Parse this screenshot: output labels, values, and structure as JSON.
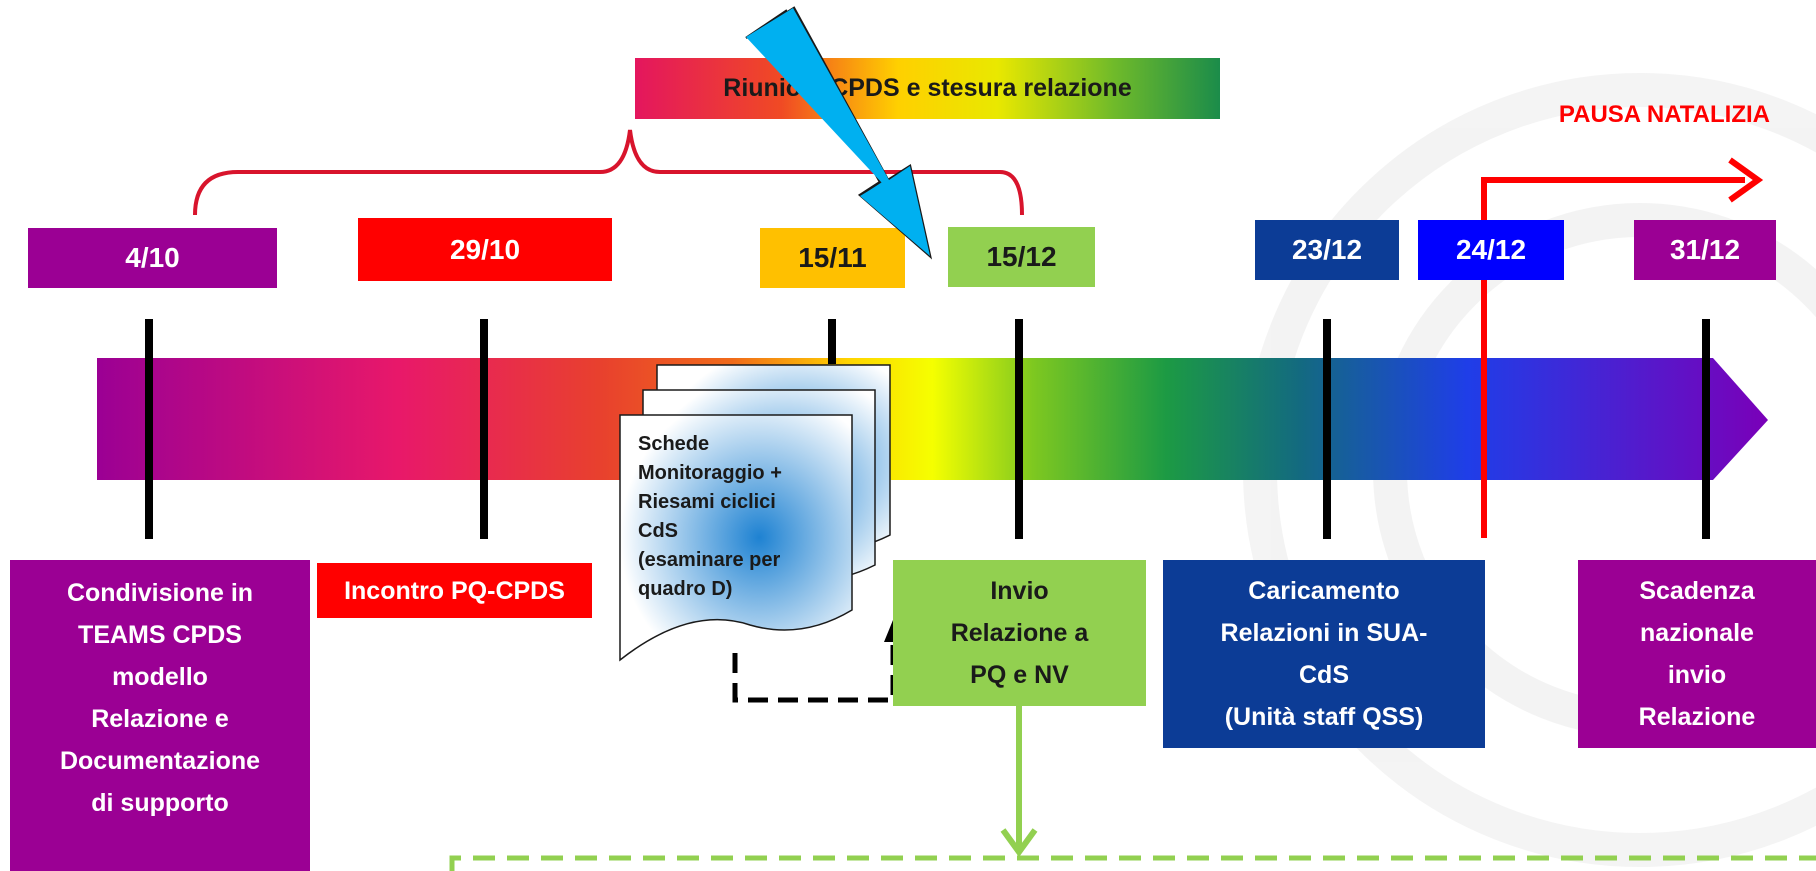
{
  "colors": {
    "purple": "#9b0094",
    "red": "#ff0000",
    "orange": "#ffc000",
    "light_green": "#92d050",
    "navy": "#0c3c96",
    "blue": "#0000ff",
    "cyan_arrow": "#00b0f0",
    "dashed_green": "#92d050"
  },
  "icons": {
    "bracket": "curly-brace",
    "pointer": "blue-diagonal-arrow",
    "document": "stacked-documents-icon",
    "feedback": "dashed-return-arrow",
    "pause": "red-corner-arrow",
    "down": "green-down-arrow"
  },
  "header": {
    "banner_text": "Riunioni CPDS e stesura relazione",
    "pause_label": "PAUSA NATALIZIA"
  },
  "dates": [
    "4/10",
    "29/10",
    "15/11",
    "15/12",
    "23/12",
    "24/12",
    "31/12"
  ],
  "document": {
    "lines": [
      "Schede",
      "Monitoraggio +",
      "Riesami ciclici",
      "CdS",
      "(esaminare per",
      "quadro D)"
    ]
  },
  "events": {
    "condivisione": [
      "Condivisione in",
      "TEAMS CPDS",
      "modello",
      "Relazione e",
      "Documentazione",
      "di supporto"
    ],
    "incontro": [
      "Incontro PQ-CPDS"
    ],
    "invio": [
      "Invio",
      "Relazione a",
      "PQ e NV"
    ],
    "caricamento": [
      "Caricamento",
      "Relazioni in SUA-",
      "CdS",
      "(Unità staff QSS)"
    ],
    "scadenza": [
      "Scadenza",
      "nazionale",
      "invio",
      "Relazione"
    ]
  }
}
